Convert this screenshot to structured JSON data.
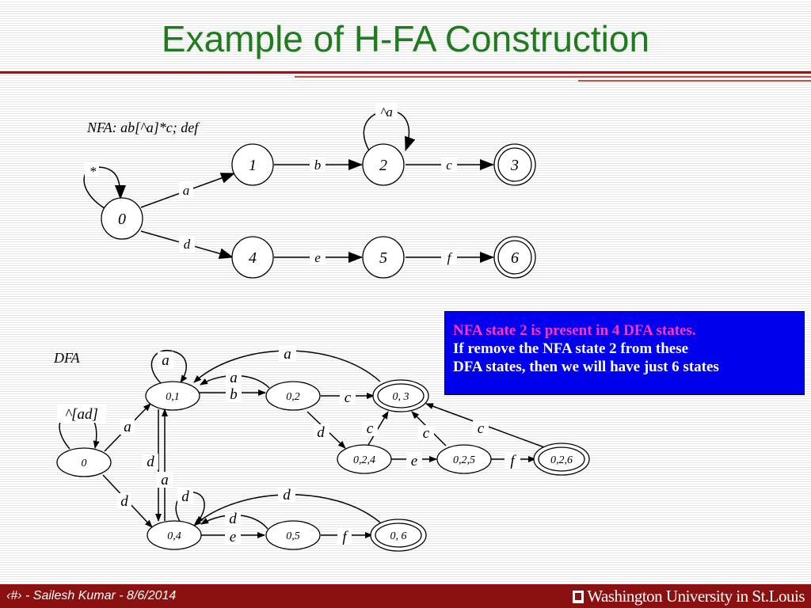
{
  "slide": {
    "title": "Example of H-FA Construction",
    "nfa_label": "NFA: ab[^a]*c; def",
    "dfa_label": "DFA"
  },
  "nfa": {
    "states": [
      {
        "id": "0",
        "final": false
      },
      {
        "id": "1",
        "final": false
      },
      {
        "id": "2",
        "final": false
      },
      {
        "id": "3",
        "final": true
      },
      {
        "id": "4",
        "final": false
      },
      {
        "id": "5",
        "final": false
      },
      {
        "id": "6",
        "final": true
      }
    ],
    "edges": [
      {
        "from": "0",
        "to": "0",
        "label": "*"
      },
      {
        "from": "0",
        "to": "1",
        "label": "a"
      },
      {
        "from": "1",
        "to": "2",
        "label": "b"
      },
      {
        "from": "2",
        "to": "2",
        "label": "^a"
      },
      {
        "from": "2",
        "to": "3",
        "label": "c"
      },
      {
        "from": "0",
        "to": "4",
        "label": "d"
      },
      {
        "from": "4",
        "to": "5",
        "label": "e"
      },
      {
        "from": "5",
        "to": "6",
        "label": "f"
      }
    ]
  },
  "dfa": {
    "states": [
      {
        "id": "0",
        "final": false
      },
      {
        "id": "0,1",
        "final": false
      },
      {
        "id": "0,2",
        "final": false
      },
      {
        "id": "0, 3",
        "final": true
      },
      {
        "id": "0,2,4",
        "final": false
      },
      {
        "id": "0,2,5",
        "final": false
      },
      {
        "id": "0,2,6",
        "final": true
      },
      {
        "id": "0,4",
        "final": false
      },
      {
        "id": "0,5",
        "final": false
      },
      {
        "id": "0, 6",
        "final": true
      }
    ],
    "edges": [
      {
        "from": "0",
        "to": "0",
        "label": "^[ad]"
      },
      {
        "from": "0",
        "to": "0,1",
        "label": "a"
      },
      {
        "from": "0",
        "to": "0,4",
        "label": "d"
      },
      {
        "from": "0,1",
        "to": "0,1",
        "label": "a"
      },
      {
        "from": "0,1",
        "to": "0,2",
        "label": "b"
      },
      {
        "from": "0,2",
        "to": "0,1",
        "label": "a"
      },
      {
        "from": "0, 3",
        "to": "0,1",
        "label": "a"
      },
      {
        "from": "0,2",
        "to": "0, 3",
        "label": "c"
      },
      {
        "from": "0,2",
        "to": "0,2,4",
        "label": "d"
      },
      {
        "from": "0,2,4",
        "to": "0, 3",
        "label": "c"
      },
      {
        "from": "0,2,4",
        "to": "0,2,5",
        "label": "e"
      },
      {
        "from": "0,2,5",
        "to": "0, 3",
        "label": "c"
      },
      {
        "from": "0,2,5",
        "to": "0,2,6",
        "label": "f"
      },
      {
        "from": "0,2,6",
        "to": "0, 3",
        "label": "c"
      },
      {
        "from": "0,1",
        "to": "0,4",
        "label": "d"
      },
      {
        "from": "0,4",
        "to": "0,1",
        "label": "a"
      },
      {
        "from": "0,4",
        "to": "0,4",
        "label": "d"
      },
      {
        "from": "0,4",
        "to": "0,5",
        "label": "e"
      },
      {
        "from": "0,5",
        "to": "0,4",
        "label": "d"
      },
      {
        "from": "0, 6",
        "to": "0,4",
        "label": "d"
      },
      {
        "from": "0,5",
        "to": "0, 6",
        "label": "f"
      }
    ]
  },
  "note": {
    "line1": "NFA state 2 is present in 4 DFA states.",
    "line2": "If remove the NFA state 2 from these",
    "line3": "DFA states, then we will have just 6 states"
  },
  "footer": {
    "left": "‹#› - Sailesh Kumar - 8/6/2014",
    "right": "Washington University in St.Louis"
  },
  "colors": {
    "title": "#1e7b1e",
    "footer_bg": "#8b1010",
    "note_bg": "#0000ee",
    "note_highlight": "#ff33cc"
  }
}
